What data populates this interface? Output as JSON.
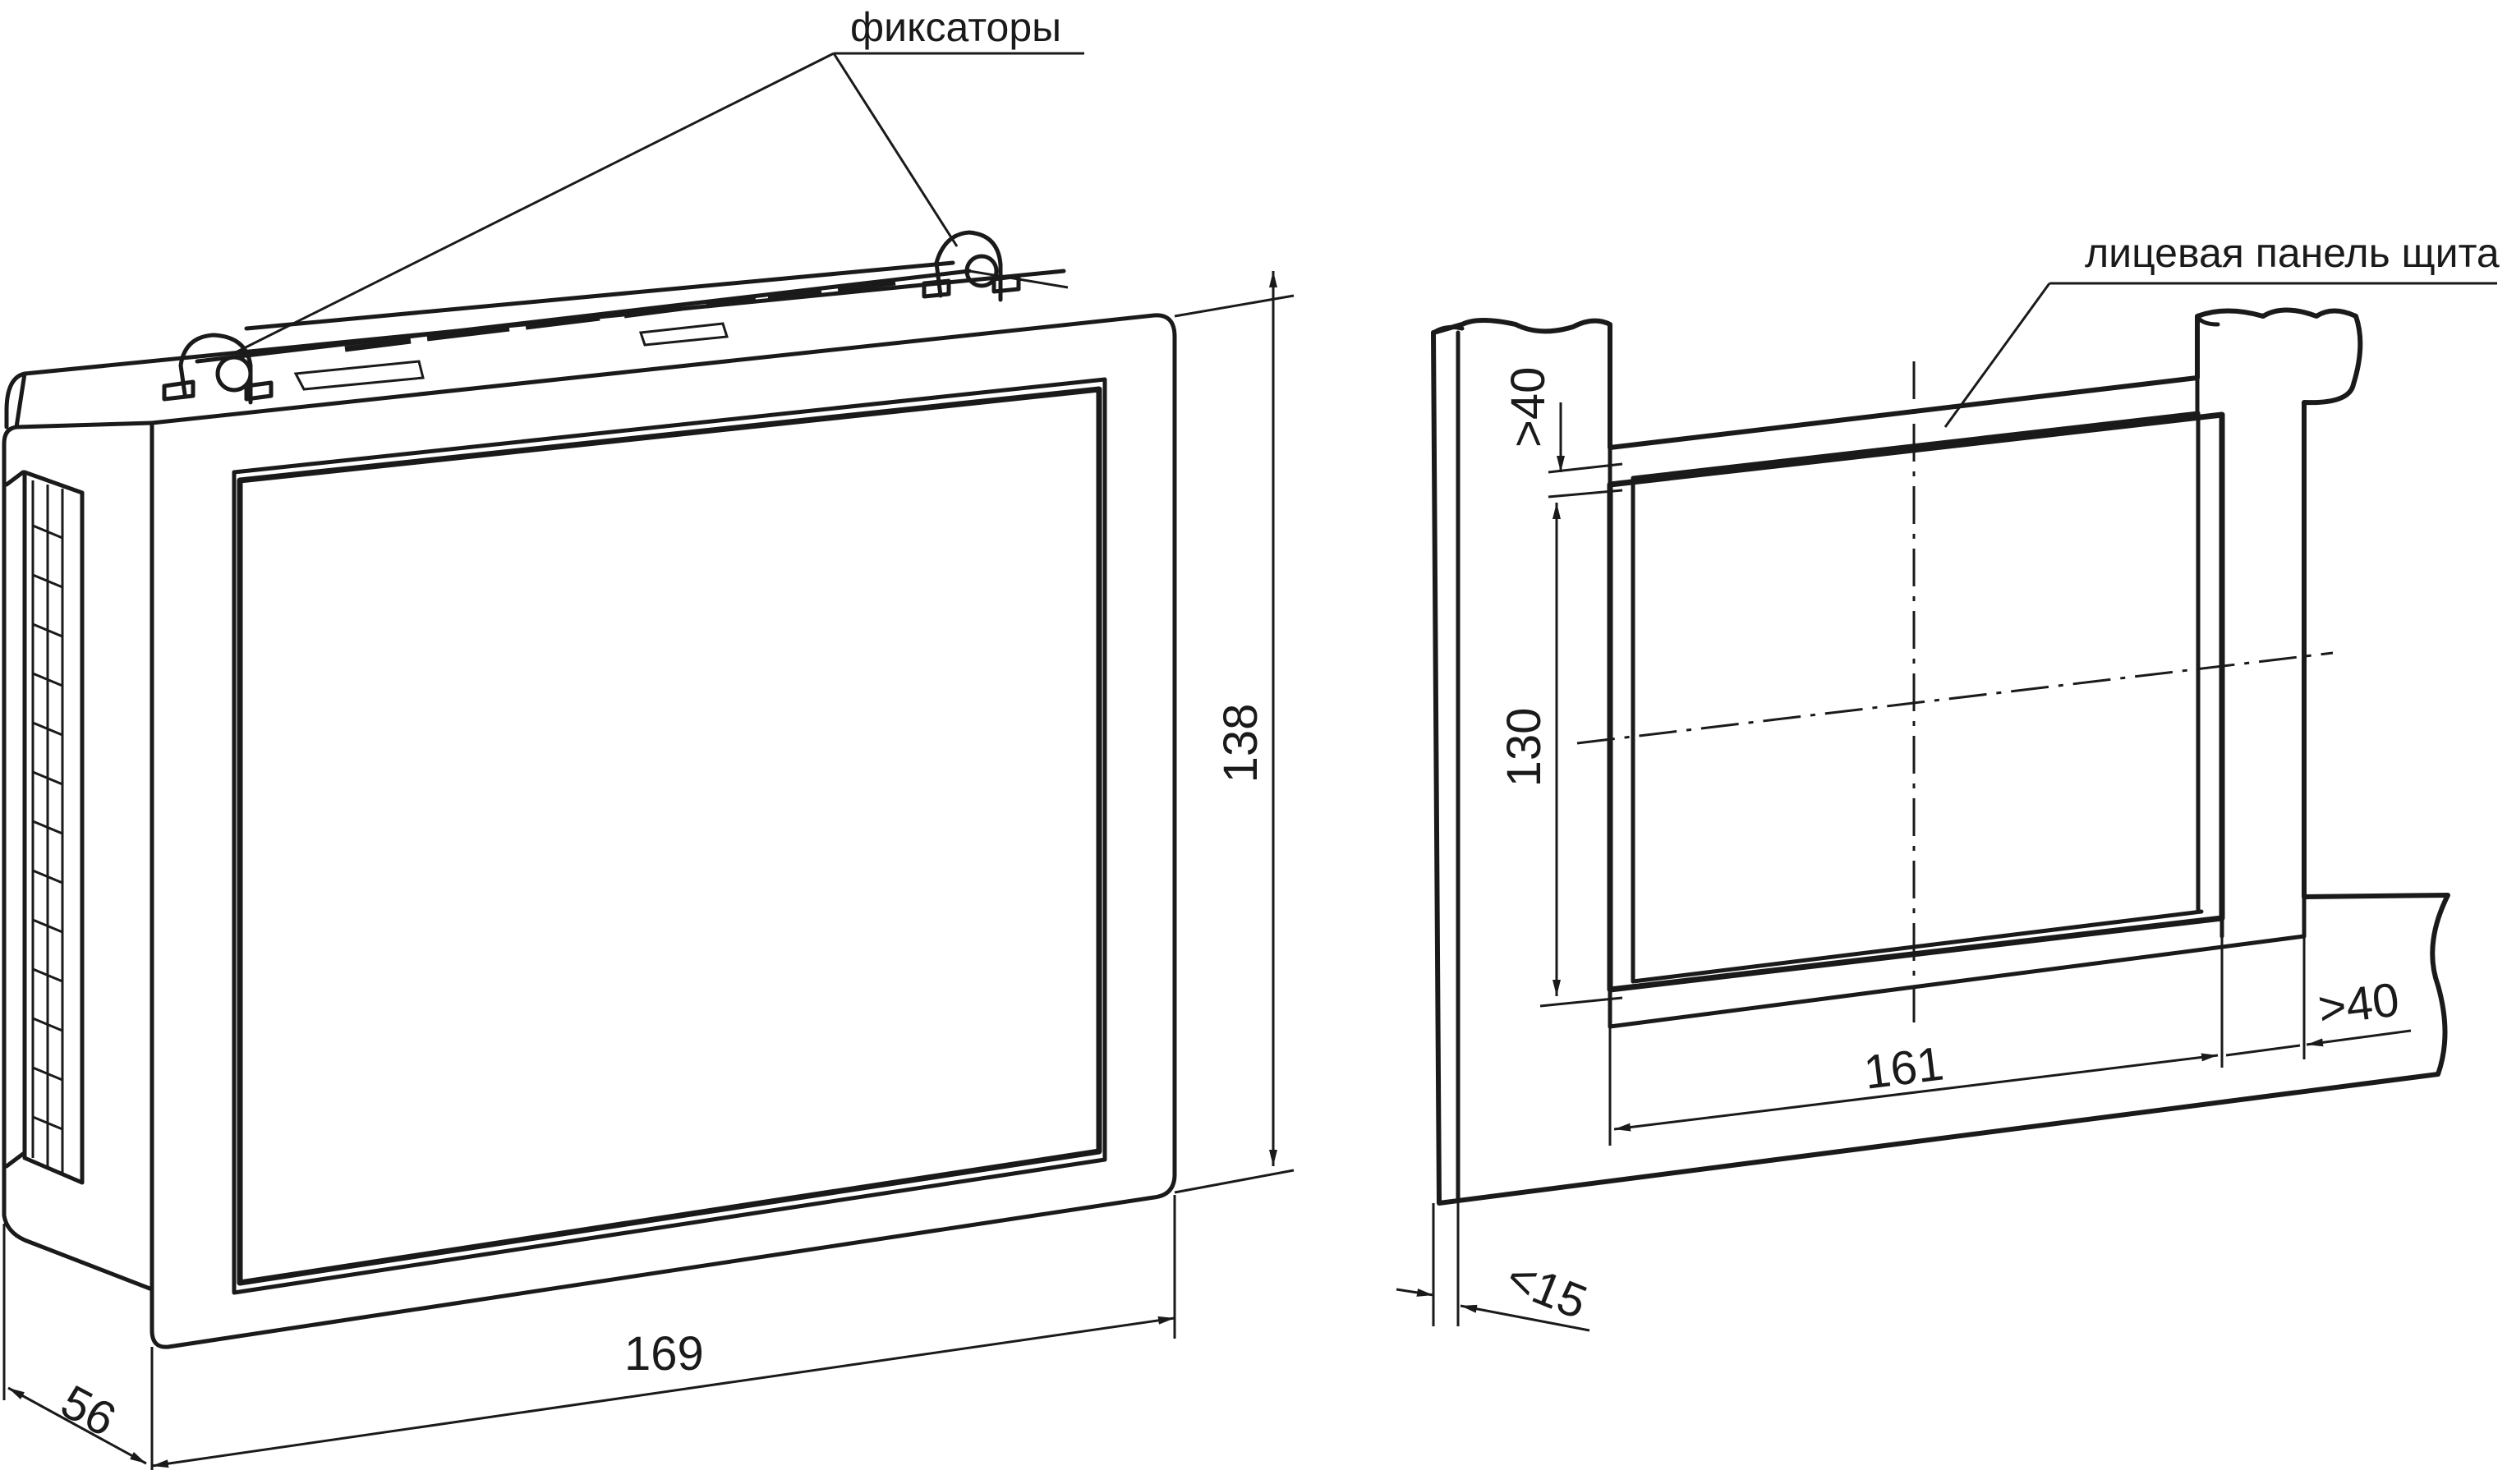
{
  "labels": {
    "latches": "фиксаторы",
    "panel_face": "лицевая панель щита"
  },
  "dimensions": {
    "width": "169",
    "height": "138",
    "depth": "56",
    "cutout_width": "161",
    "cutout_height": "130",
    "gap_top": ">40",
    "gap_right": ">40",
    "panel_thickness": "<15"
  }
}
